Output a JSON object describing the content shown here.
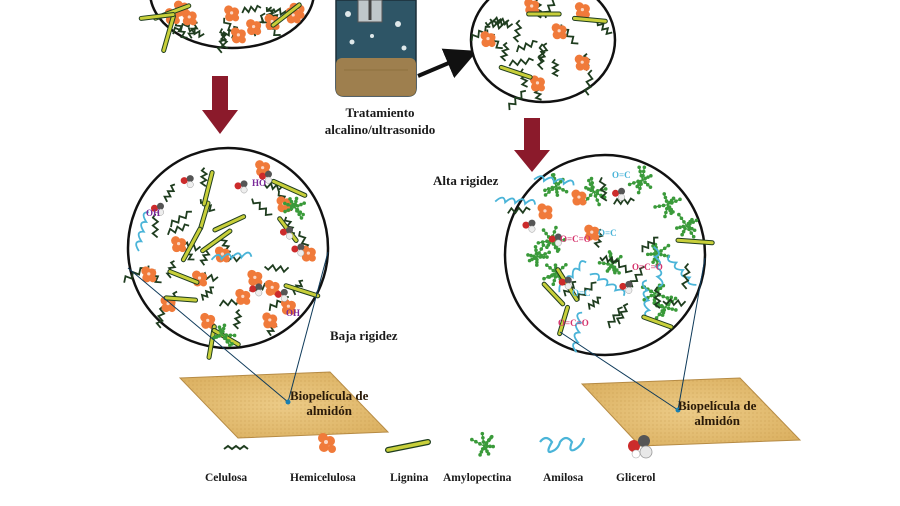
{
  "diagram": {
    "process_label_line1": "Tratamiento",
    "process_label_line2": "alcalino/ultrasonido",
    "left_rigidity": "Baja rigidez",
    "right_rigidity": "Alta rigidez",
    "left_film_line1": "Biopelícula de",
    "left_film_line2": "almidón",
    "right_film_line1": "Biopelícula de",
    "right_film_line2": "almidón",
    "tag_oh": "OH",
    "tag_ho": "HO",
    "tag_ester": "O=C=O",
    "tag_carbonyl": "O=C"
  },
  "legend": {
    "items": [
      {
        "label": "Celulosa",
        "icon": "cellulose-icon"
      },
      {
        "label": "Hemicelulosa",
        "icon": "hemicellulose-icon"
      },
      {
        "label": "Lignina",
        "icon": "lignin-icon"
      },
      {
        "label": "Amylopectina",
        "icon": "amylopectin-icon"
      },
      {
        "label": "Amilosa",
        "icon": "amylose-icon"
      },
      {
        "label": "Glicerol",
        "icon": "glycerol-icon"
      }
    ]
  },
  "colors": {
    "arrow": "#8b1a2b",
    "cellulose": "#1f3d1f",
    "hemicellulose": "#f07a3a",
    "lignin": "#c8cf3a",
    "amylopectin": "#3a9a3a",
    "amylose": "#4ab4d8",
    "film": "#e7c27a",
    "ester_tag": "#d6336c",
    "oh_tag": "#7a2a9a"
  }
}
